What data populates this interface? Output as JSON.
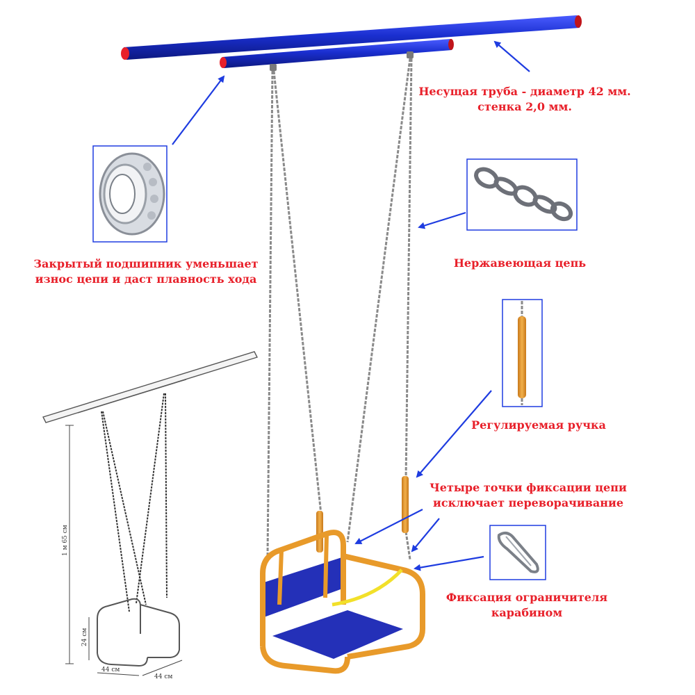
{
  "labels": {
    "pipe": {
      "line1": "Несущая труба - диаметр 42 мм.",
      "line2": "стенка 2,0 мм."
    },
    "bearing": {
      "line1": "Закрытый подшипник уменьшает",
      "line2": "износ цепи и даст плавность хода"
    },
    "chain": "Нержавеющая цепь",
    "handle": "Регулируемая ручка",
    "fixation_points": {
      "line1": "Четыре точки фиксации цепи",
      "line2": "исключает переворачивание"
    },
    "carabiner": {
      "line1": "Фиксация ограничителя",
      "line2": "карабином"
    }
  },
  "dimensions": {
    "height": "1 м 65 см",
    "seat_height": "24 см",
    "depth": "44 см",
    "width": "44 см"
  },
  "colors": {
    "label_red": "#e8202a",
    "pipe_blue": "#1a2fd0",
    "pipe_end_red": "#e8202a",
    "frame_orange": "#e89a2a",
    "seat_blue": "#2430b8",
    "arrow_blue": "#1e3ce0",
    "chain_gray": "#8a8a8a"
  },
  "icons": [
    "bearing-icon",
    "chain-icon",
    "handle-icon",
    "carabiner-icon"
  ]
}
